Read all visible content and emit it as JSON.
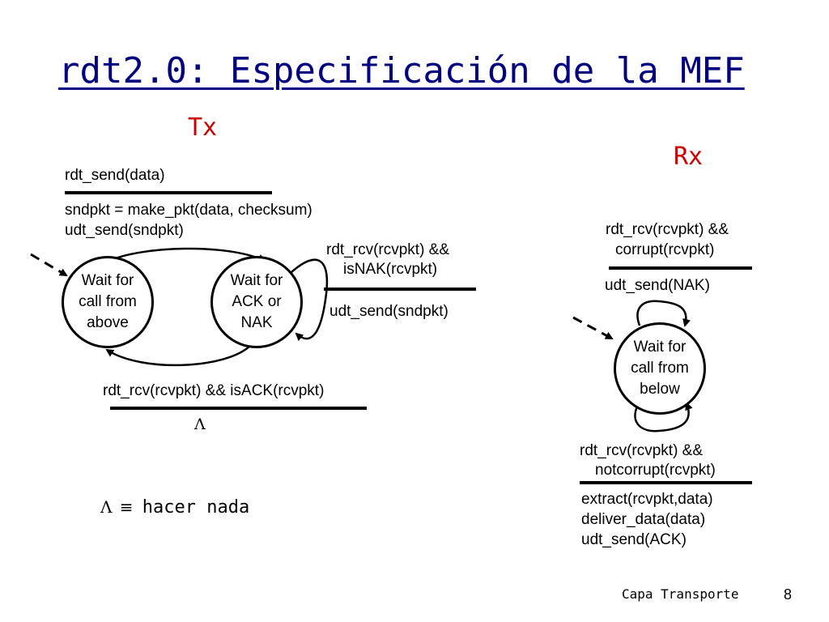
{
  "title": "rdt2.0: Especificación de la MEF",
  "sender_label": "Tx",
  "receiver_label": "Rx",
  "sender": {
    "states": {
      "wait_call_above": "Wait for\ncall from\nabove",
      "wait_ack_nak": "Wait for\nACK or\nNAK"
    },
    "send_event": "rdt_send(data)",
    "send_action_1": "sndpkt = make_pkt(data, checksum)",
    "send_action_2": "udt_send(sndpkt)",
    "nak_event_1": "rdt_rcv(rcvpkt) &&",
    "nak_event_2": "isNAK(rcvpkt)",
    "nak_action": "udt_send(sndpkt)",
    "ack_event": "rdt_rcv(rcvpkt) && isACK(rcvpkt)",
    "ack_action": "Λ"
  },
  "receiver": {
    "state": "Wait for\ncall from\nbelow",
    "corrupt_event_1": "rdt_rcv(rcvpkt) &&",
    "corrupt_event_2": "corrupt(rcvpkt)",
    "corrupt_action": "udt_send(NAK)",
    "ok_event_1": "rdt_rcv(rcvpkt) &&",
    "ok_event_2": "notcorrupt(rcvpkt)",
    "ok_action_1": "extract(rcvpkt,data)",
    "ok_action_2": "deliver_data(data)",
    "ok_action_3": "udt_send(ACK)"
  },
  "legend": {
    "symbol": "Λ",
    "equiv": "≡",
    "meaning": "hacer nada"
  },
  "footer": {
    "chapter": "Capa Transporte",
    "page": "8"
  }
}
